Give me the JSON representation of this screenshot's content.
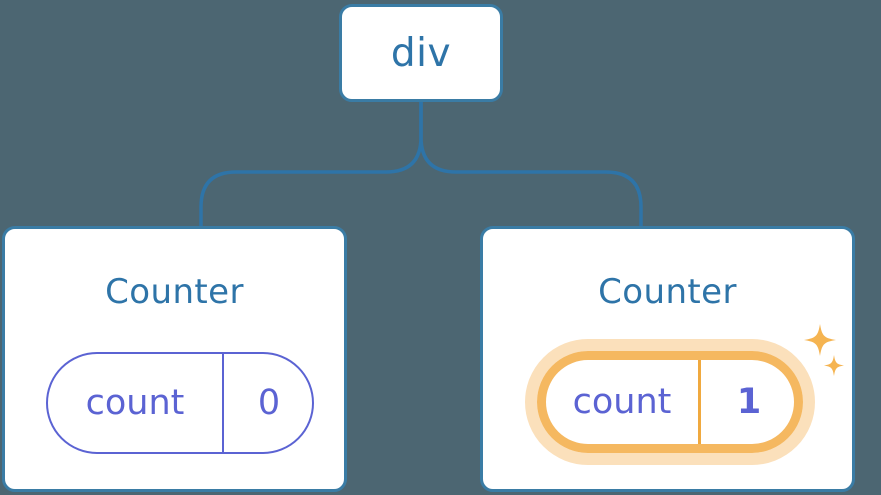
{
  "diagram": {
    "title": "React component tree with highlighted state update",
    "background_color": "#4c6672",
    "node_border_color": "#3a7ca5",
    "node_text_color": "#2e74a8",
    "state_color": "#5b63d3",
    "highlight_color": "#f5b860",
    "highlight_glow_color": "#fbe0bb",
    "connector_color": "#2e74a8"
  },
  "root": {
    "label": "div"
  },
  "children": [
    {
      "label": "Counter",
      "state": {
        "key": "count",
        "value": "0"
      },
      "highlighted": false
    },
    {
      "label": "Counter",
      "state": {
        "key": "count",
        "value": "1"
      },
      "highlighted": true
    }
  ],
  "icons": {
    "sparkle_large": "sparkle-icon",
    "sparkle_small": "sparkle-icon"
  }
}
